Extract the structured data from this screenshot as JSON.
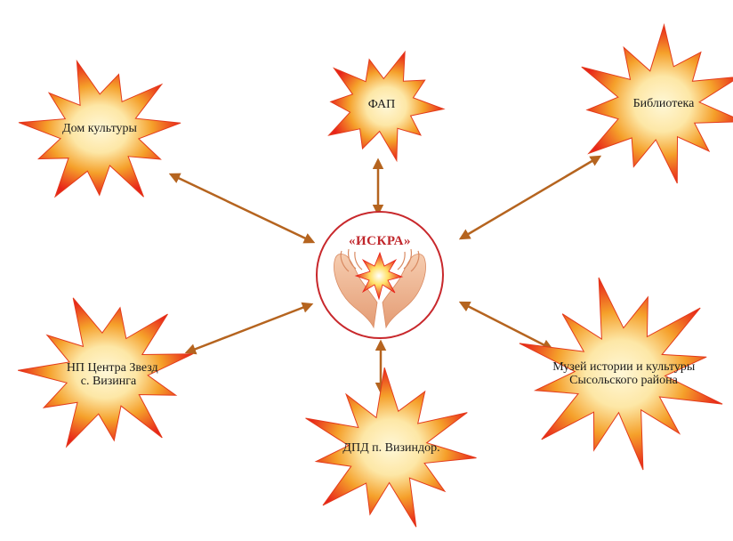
{
  "center": {
    "title": "«ИСКРА»"
  },
  "nodes": [
    {
      "id": "dom-kultury",
      "label_lines": [
        "Дом культуры"
      ]
    },
    {
      "id": "fap",
      "label_lines": [
        "ФАП"
      ]
    },
    {
      "id": "biblioteka",
      "label_lines": [
        "Библиотека"
      ]
    },
    {
      "id": "np-centr-zvezd",
      "label_lines": [
        "НП Центра Звезд",
        "с. Визинга"
      ]
    },
    {
      "id": "dpd",
      "label_lines": [
        "ДПД п. Визиндор."
      ]
    },
    {
      "id": "muzey",
      "label_lines": [
        "Музей истории и культуры",
        "Сысольского района"
      ]
    }
  ],
  "colors": {
    "arrow": "#b5641f",
    "burst_outer": "#e8231a",
    "burst_mid": "#f5871f",
    "burst_inner": "#fde7a6",
    "circle_border": "#c8282c",
    "hands": "#f0b896"
  },
  "icons": {
    "center_emblem": "hands-with-spark-icon"
  }
}
